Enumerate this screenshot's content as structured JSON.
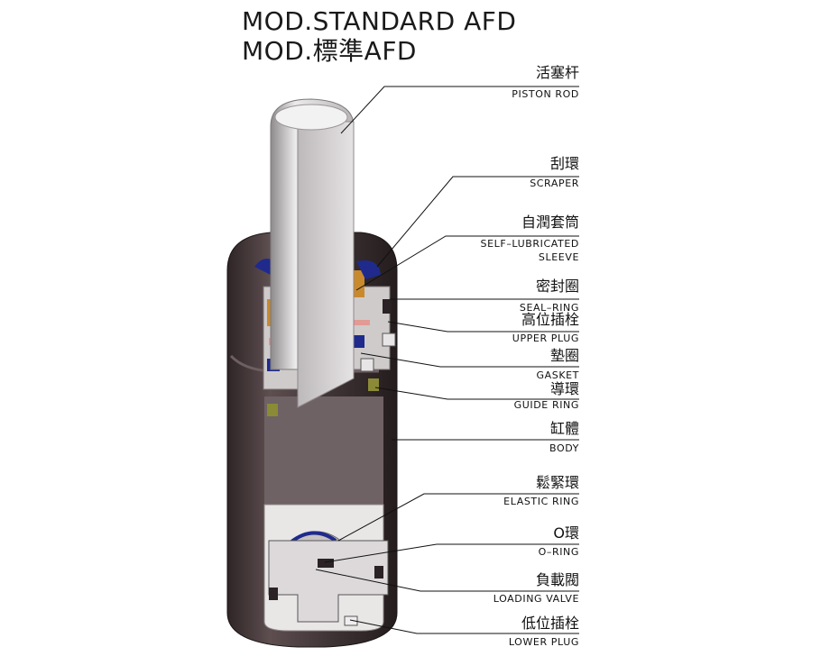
{
  "title": {
    "line1": "MOD.STANDARD AFD",
    "line2": "MOD.標準AFD"
  },
  "labels": [
    {
      "zh": "活塞杆",
      "en": "PISTON ROD"
    },
    {
      "zh": "刮環",
      "en": "SCRAPER"
    },
    {
      "zh": "自潤套筒",
      "en": "SELF–LUBRICATED",
      "en2": "SLEEVE"
    },
    {
      "zh": "密封圈",
      "en": "SEAL–RING"
    },
    {
      "zh": "高位插栓",
      "en": "UPPER PLUG"
    },
    {
      "zh": "墊圈",
      "en": "GASKET"
    },
    {
      "zh": "導環",
      "en": "GUIDE RING"
    },
    {
      "zh": "缸體",
      "en": "BODY"
    },
    {
      "zh": "鬆緊環",
      "en": "ELASTIC RING"
    },
    {
      "zh": "O環",
      "en": "O–RING"
    },
    {
      "zh": "負載閥",
      "en": "LOADING VALVE"
    },
    {
      "zh": "低位插栓",
      "en": "LOWER PLUG"
    }
  ],
  "colors": {
    "body_dark": "#3e3335",
    "body_mid": "#5a4b4d",
    "metal_light": "#d8d4d4",
    "metal_mid": "#a9a3a4",
    "seal_blue": "#1f2a8c",
    "sleeve_orange": "#c98a2e",
    "gasket_pink": "#e39a94",
    "guide_olive": "#8b8a36"
  }
}
